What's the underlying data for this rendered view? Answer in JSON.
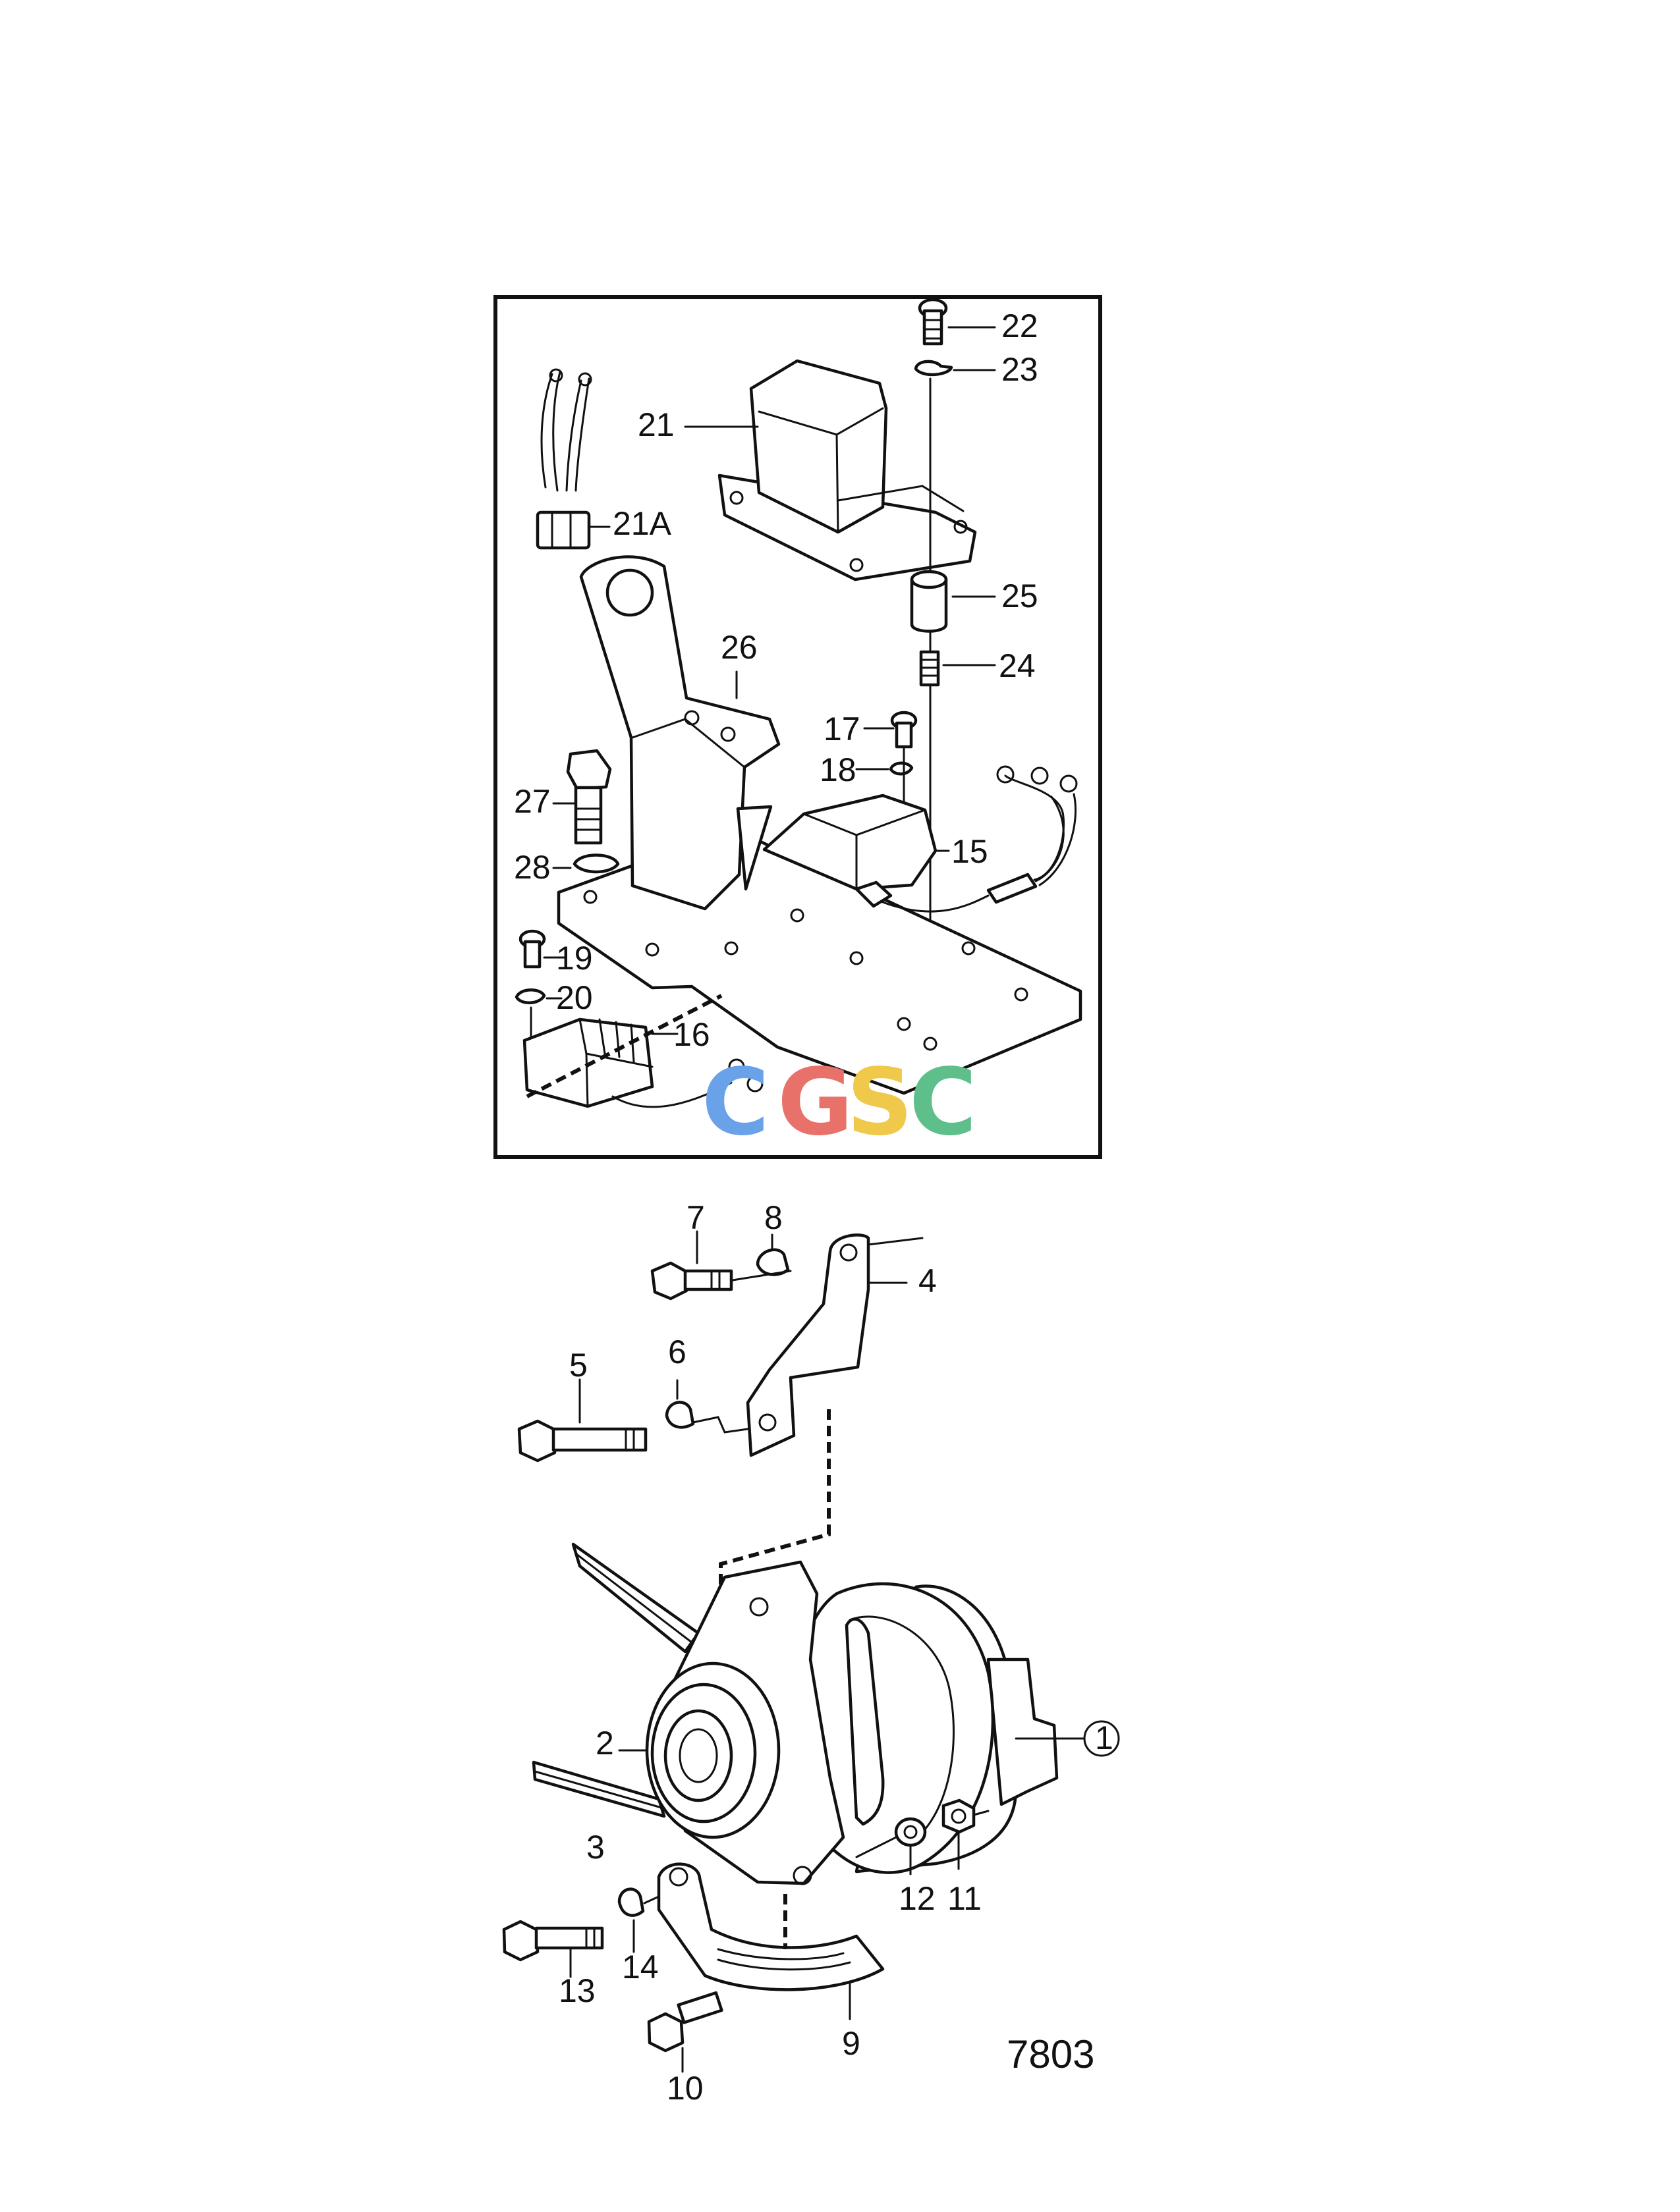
{
  "diagram": {
    "figure_number": "7803",
    "watermark": {
      "letters": [
        "C",
        "G",
        "S",
        "C"
      ],
      "colors": [
        "#6aa2ea",
        "#e8716a",
        "#f0c84a",
        "#5fbf8a"
      ]
    },
    "upper_panel_labels": {
      "p15": "15",
      "p16": "16",
      "p17": "17",
      "p18": "18",
      "p19": "19",
      "p20": "20",
      "p21": "21",
      "p21a": "21A",
      "p22": "22",
      "p23": "23",
      "p24": "24",
      "p25": "25",
      "p26": "26",
      "p27": "27",
      "p28": "28"
    },
    "lower_assembly_labels": {
      "p1": "1",
      "p2": "2",
      "p3": "3",
      "p4": "4",
      "p5": "5",
      "p6": "6",
      "p7": "7",
      "p8": "8",
      "p9": "9",
      "p10": "10",
      "p11": "11",
      "p12": "12",
      "p13": "13",
      "p14": "14"
    }
  }
}
